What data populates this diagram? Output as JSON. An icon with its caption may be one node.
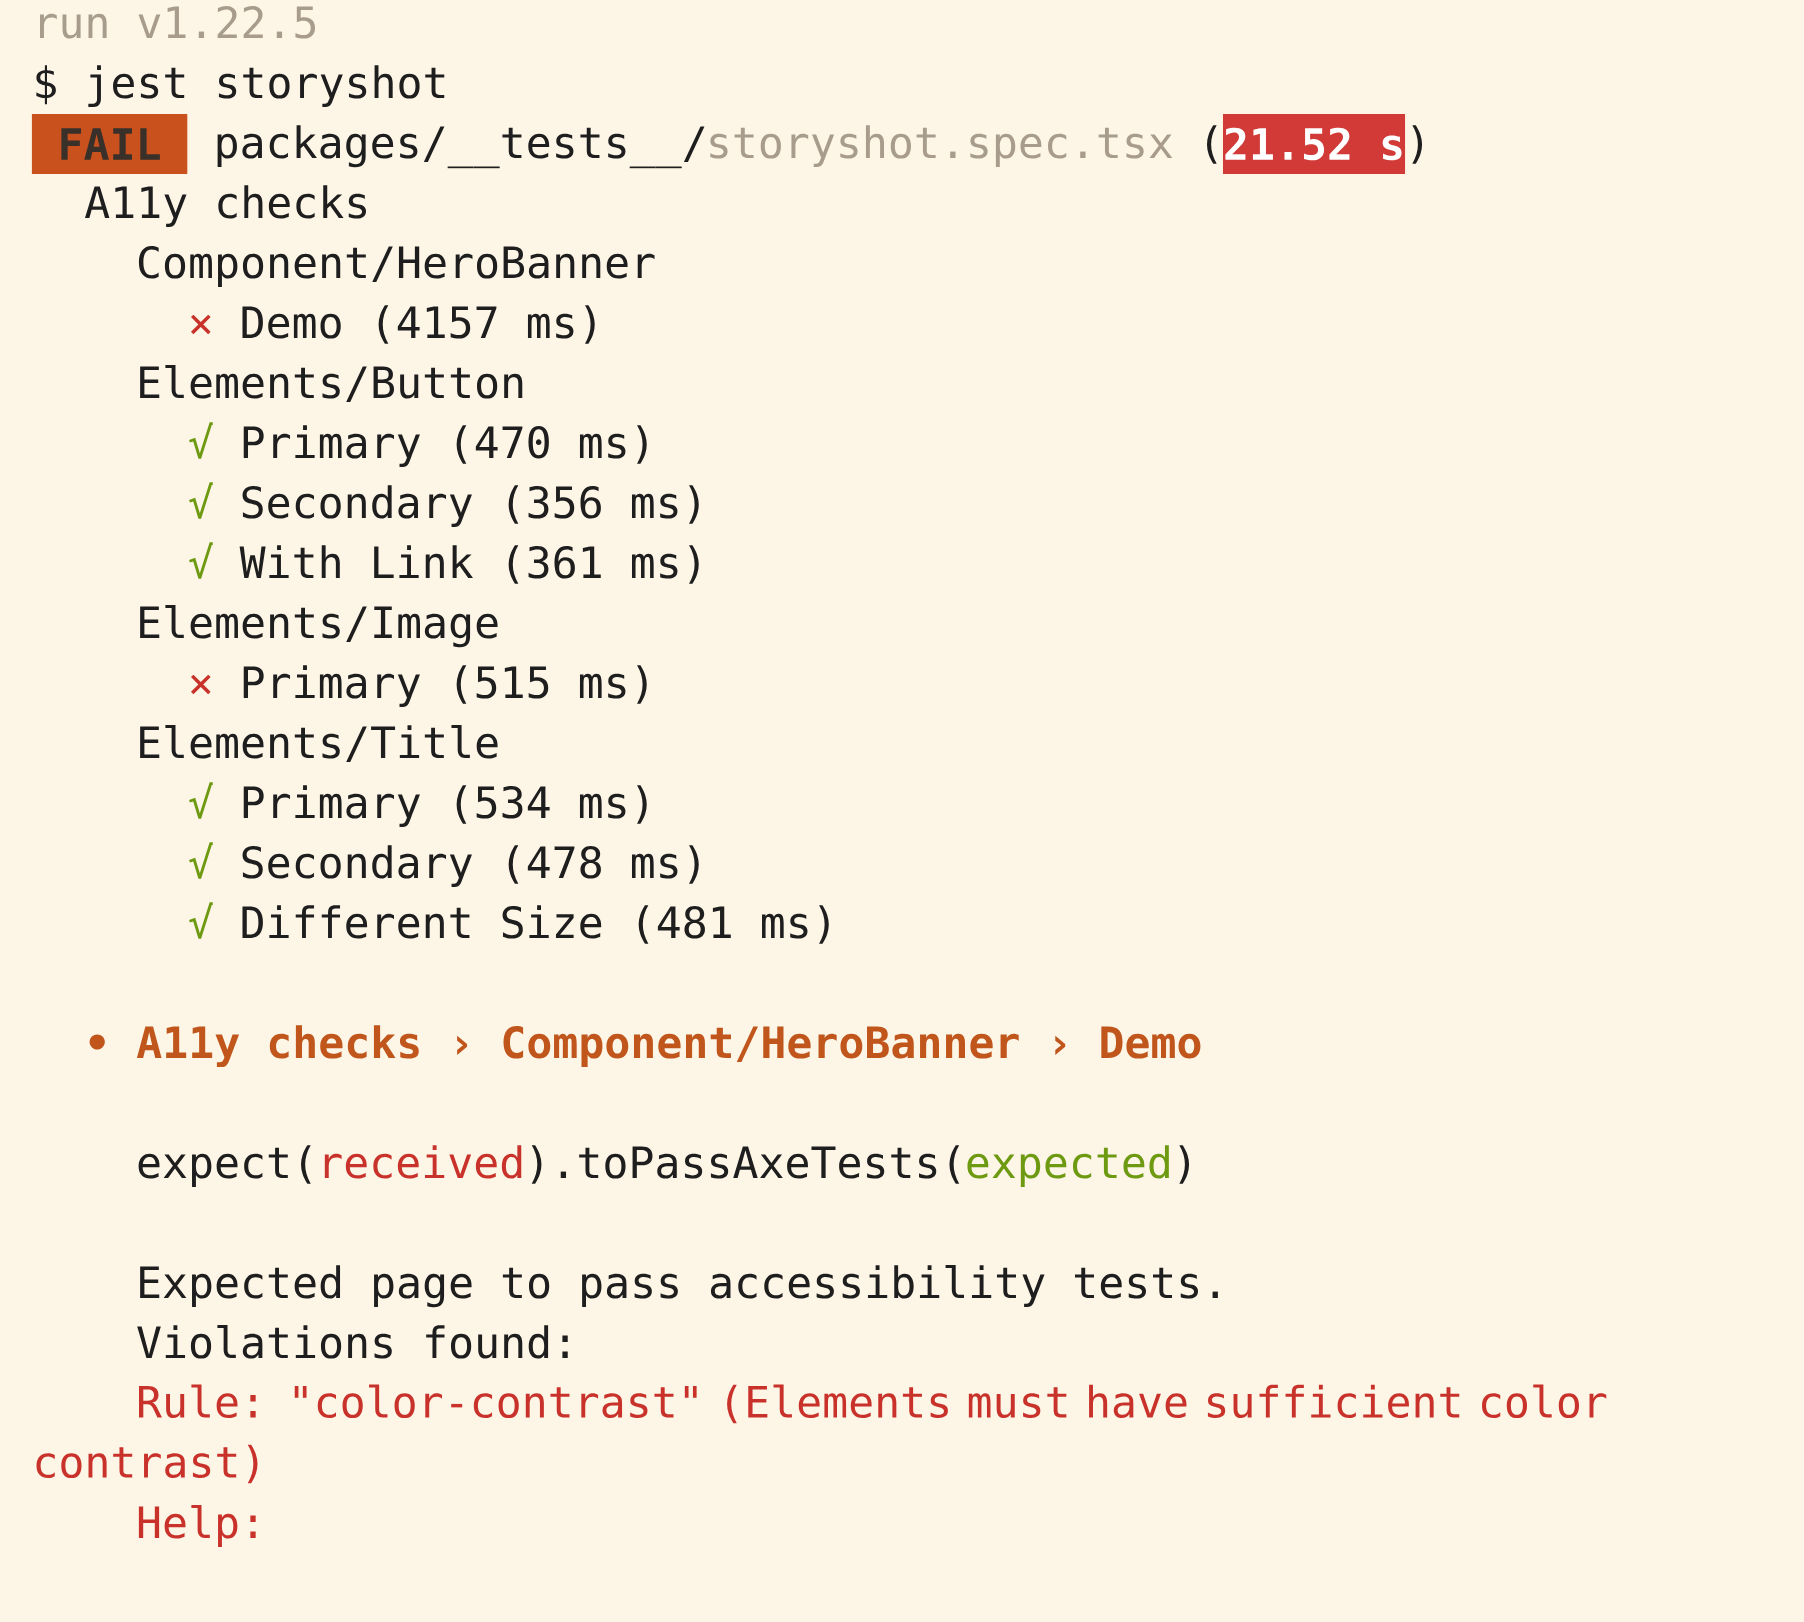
{
  "diagram": {
    "labels": [
      "run v1.22.5",
      "$ jest storyshot",
      "FAIL",
      "packages/__tests__/",
      "storyshot.spec.tsx",
      "(",
      "21.52 s",
      ")",
      "A11y checks",
      "Component/HeroBanner",
      "×",
      "Demo (4157 ms)",
      "Elements/Button",
      "√",
      "Primary (470 ms)",
      "√",
      "Secondary (356 ms)",
      "√",
      "With Link (361 ms)",
      "Elements/Image",
      "×",
      "Primary (515 ms)",
      "Elements/Title",
      "√",
      "Primary (534 ms)",
      "√",
      "Secondary (478 ms)",
      "√",
      "Different Size (481 ms)",
      "• A11y checks › Component/HeroBanner › Demo",
      "expect(",
      "received",
      ").toPassAxeTests(",
      "expected",
      ")",
      "Expected page to pass accessibility tests.",
      "Violations found:",
      "Rule: \"color-contrast\" (Elements must have sufficient color contrast)",
      "Help:"
    ]
  }
}
